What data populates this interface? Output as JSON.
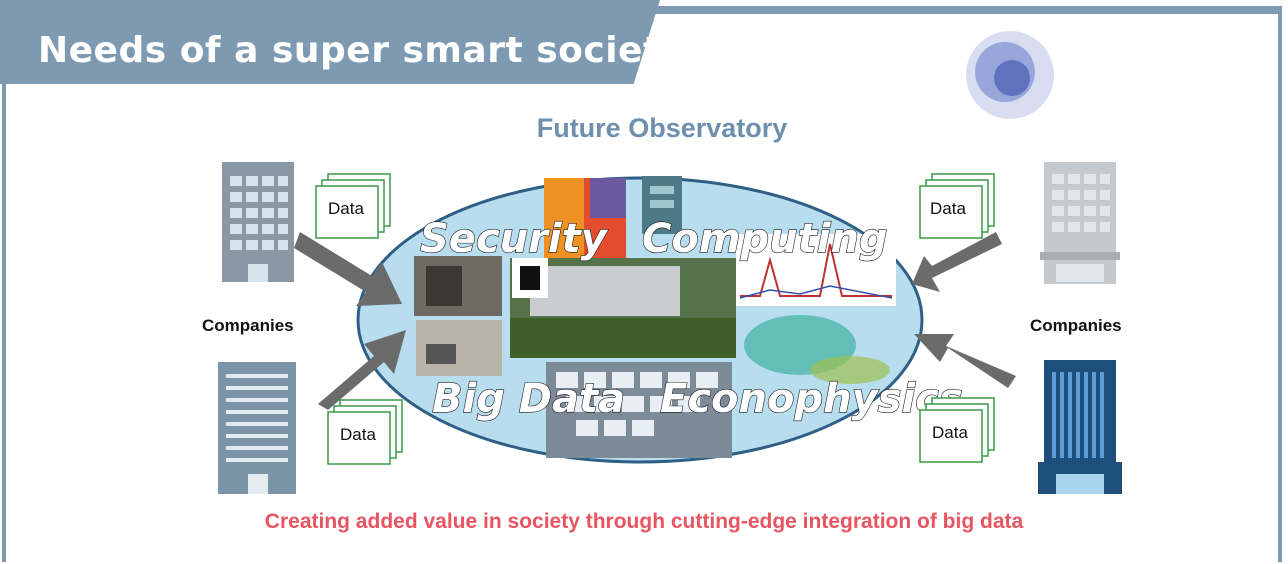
{
  "header": {
    "title": "Needs of a super smart society"
  },
  "center": {
    "label": "Future Observatory",
    "keywords": [
      "Security",
      "Computing",
      "Big Data",
      "Econophysics"
    ]
  },
  "left": {
    "companies_label": "Companies",
    "data_label": "Data"
  },
  "right": {
    "companies_label": "Companies",
    "data_label": "Data"
  },
  "caption": "Creating added value in society through cutting-edge integration of big data",
  "colors": {
    "frame": "#7d9ab2",
    "ellipse": "#b7ddef",
    "arrow": "#6b6b6b",
    "caption": "#e8545f",
    "building_dark": "#1d4f7c"
  }
}
